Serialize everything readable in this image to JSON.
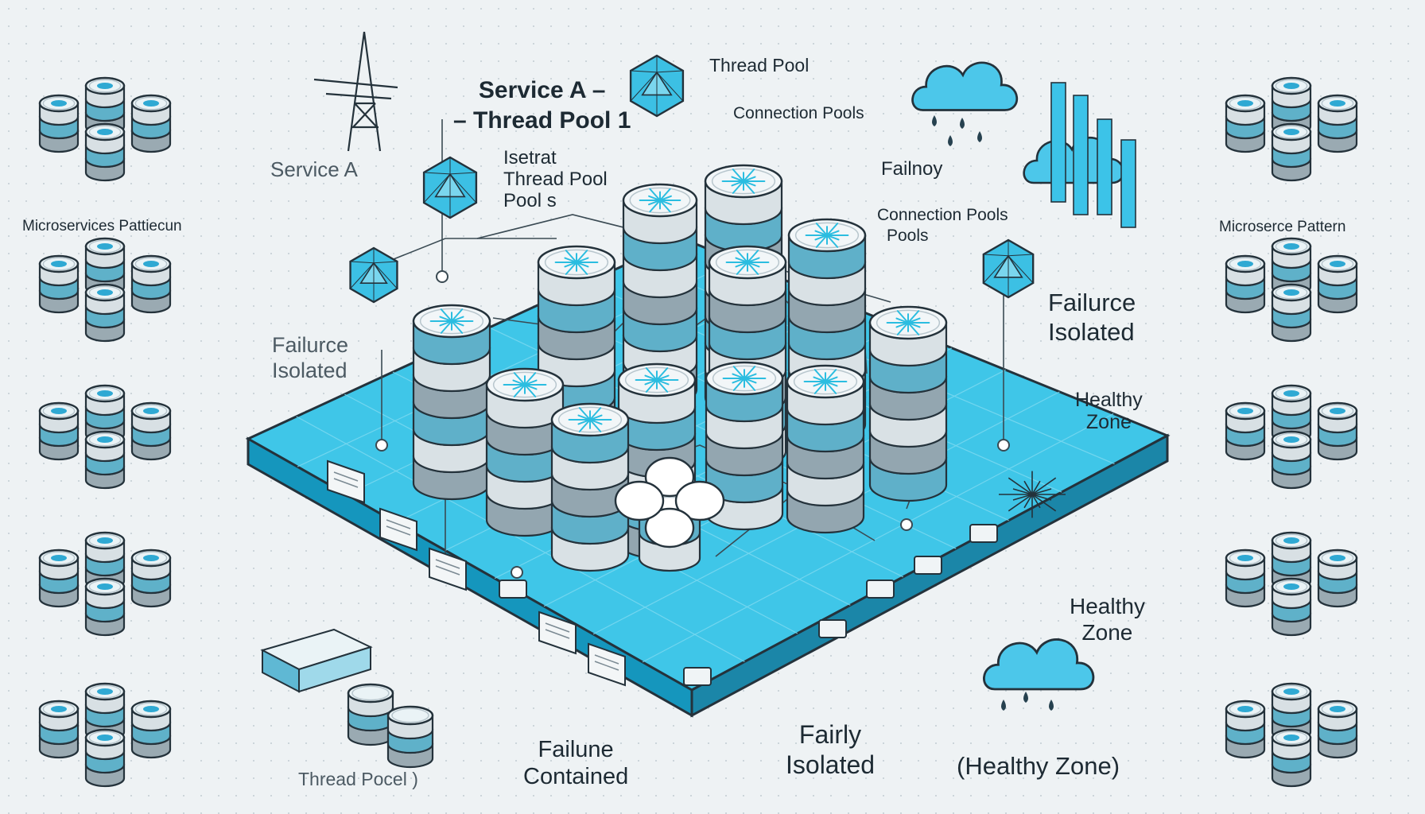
{
  "colors": {
    "accent": "#2bbde0",
    "platform_top": "#3fc6e8",
    "platform_side": "#1596bd",
    "cylinder_light": "#d7dfe3",
    "cylinder_mid": "#8fa3ad",
    "cylinder_teal": "#5aaec8",
    "outline": "#24323b",
    "text": "#1d2a33"
  },
  "labels": {
    "service_a_title_line1": "Service A –",
    "service_a_title_line2": "– Thread Pool 1",
    "thread_pool_top": "Thread Pool",
    "connection_pools_top": "Connection Pools",
    "service_a_left": "Service A",
    "isetrat_line1": "Isetrat",
    "isetrat_line2": "Thread Pool",
    "isetrat_line3": "Pool s",
    "failnoy": "Failnoy",
    "connection_pools_mid_line1": "Connection Pools",
    "connection_pools_mid_line2": "Pools",
    "microservices_left": "Microservices Pattiecun",
    "microservices_right": "Microserce Pattern",
    "failurce_left_line1": "Failurce",
    "failurce_left_line2": "Isolated",
    "failurce_right_line1": "Failurce",
    "failurce_right_line2": "Isolated",
    "healthy_zone_right_line1": "Healthy",
    "healthy_zone_right_line2": "Zone",
    "healthy_zone_lower_line1": "Healthy",
    "healthy_zone_lower_line2": "Zone",
    "failune_line1": "Failune",
    "failune_line2": "Contained",
    "fairly_line1": "Fairly",
    "fairly_line2": "Isolated",
    "healthy_zone_paren": "(Healthy Zone)",
    "thread_pool_bottom": "Thread Pocel )"
  },
  "icons": {
    "platform": "isometric-platform-icon",
    "database": "database-stack-icon",
    "polyhedron": "icosahedron-node-icon",
    "cloud": "cloud-icon",
    "pylon": "power-pylon-icon",
    "clover": "clover-hub-icon",
    "terminal": "computer-terminal-icon",
    "burst": "failure-burst-icon"
  }
}
